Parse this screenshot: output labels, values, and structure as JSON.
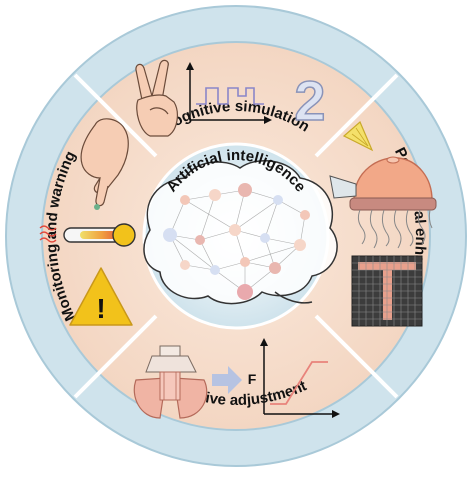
{
  "center": {
    "title": "Artificial intelligence"
  },
  "segments": {
    "top": {
      "label": "Cognitive simulation",
      "number": "2"
    },
    "right": {
      "label": "Perceptual enhancement"
    },
    "bottom": {
      "label": "Adaptive adjustment",
      "axis_label": "F"
    },
    "left": {
      "label": "Monitoring and warning",
      "warning_symbol": "!"
    }
  },
  "colors": {
    "ring": "#cfe3ec",
    "ring_edge": "#a9c9d8",
    "sector_fill": "#f8e2d2",
    "center_fill": "#dcebf3",
    "text": "#111111",
    "warning": "#f2c21b",
    "accent_red": "#e8837b"
  }
}
